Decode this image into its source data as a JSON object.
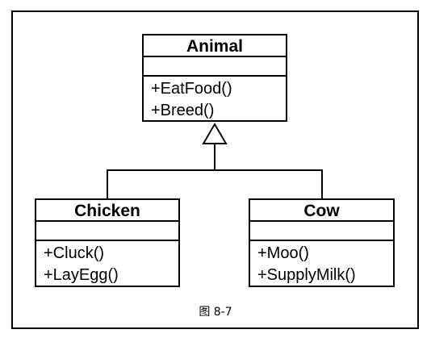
{
  "classes": {
    "animal": {
      "name": "Animal",
      "operations": [
        "+EatFood()",
        "+Breed()"
      ]
    },
    "chicken": {
      "name": "Chicken",
      "operations": [
        "+Cluck()",
        "+LayEgg()"
      ]
    },
    "cow": {
      "name": "Cow",
      "operations": [
        "+Moo()",
        "+SupplyMilk()"
      ]
    }
  },
  "caption": "图 8-7"
}
